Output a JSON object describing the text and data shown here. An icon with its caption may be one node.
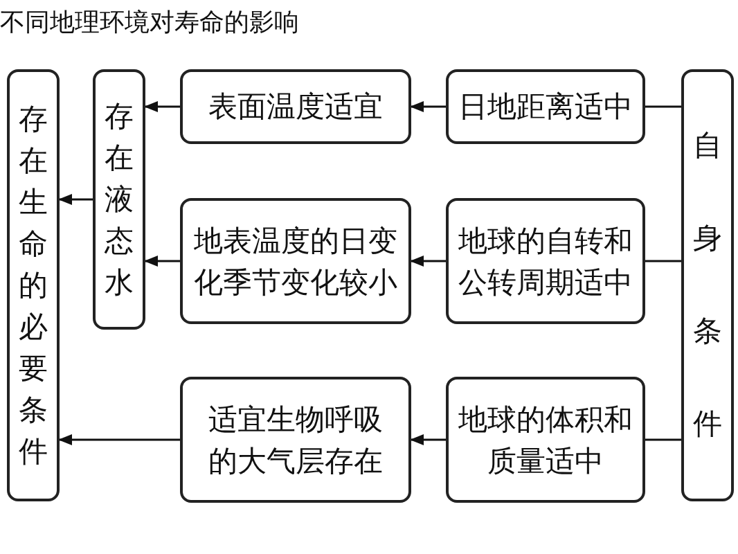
{
  "diagram": {
    "title": "不同地理环境对寿命的影响",
    "nodes": [
      {
        "text": [
          "存在生命的必要条件"
        ]
      },
      {
        "text": [
          "存在液态水"
        ]
      },
      {
        "text": [
          "表面温度适宜"
        ]
      },
      {
        "text": [
          "日地距离适中"
        ]
      },
      {
        "text": [
          "自身条件"
        ]
      },
      {
        "text": [
          "地表温度的日变化季节变化较小"
        ]
      },
      {
        "text": [
          "地球的自转和公转周期适中"
        ]
      },
      {
        "text": [
          "适宜生物呼吸的大气层存在"
        ]
      },
      {
        "text": [
          "地球的体积和质量适中"
        ]
      }
    ],
    "edges": [
      {
        "from": 4,
        "to": 3,
        "arrow": "none"
      },
      {
        "from": 4,
        "to": 6,
        "arrow": "none"
      },
      {
        "from": 4,
        "to": 8,
        "arrow": "none"
      },
      {
        "from": 3,
        "to": 2,
        "arrow": "to"
      },
      {
        "from": 6,
        "to": 5,
        "arrow": "to"
      },
      {
        "from": 8,
        "to": 7,
        "arrow": "to"
      },
      {
        "from": 2,
        "to": 1,
        "arrow": "to"
      },
      {
        "from": 5,
        "to": 1,
        "arrow": "to"
      },
      {
        "from": 7,
        "to": 0,
        "arrow": "to"
      },
      {
        "from": 1,
        "to": 0,
        "arrow": "to"
      }
    ]
  }
}
